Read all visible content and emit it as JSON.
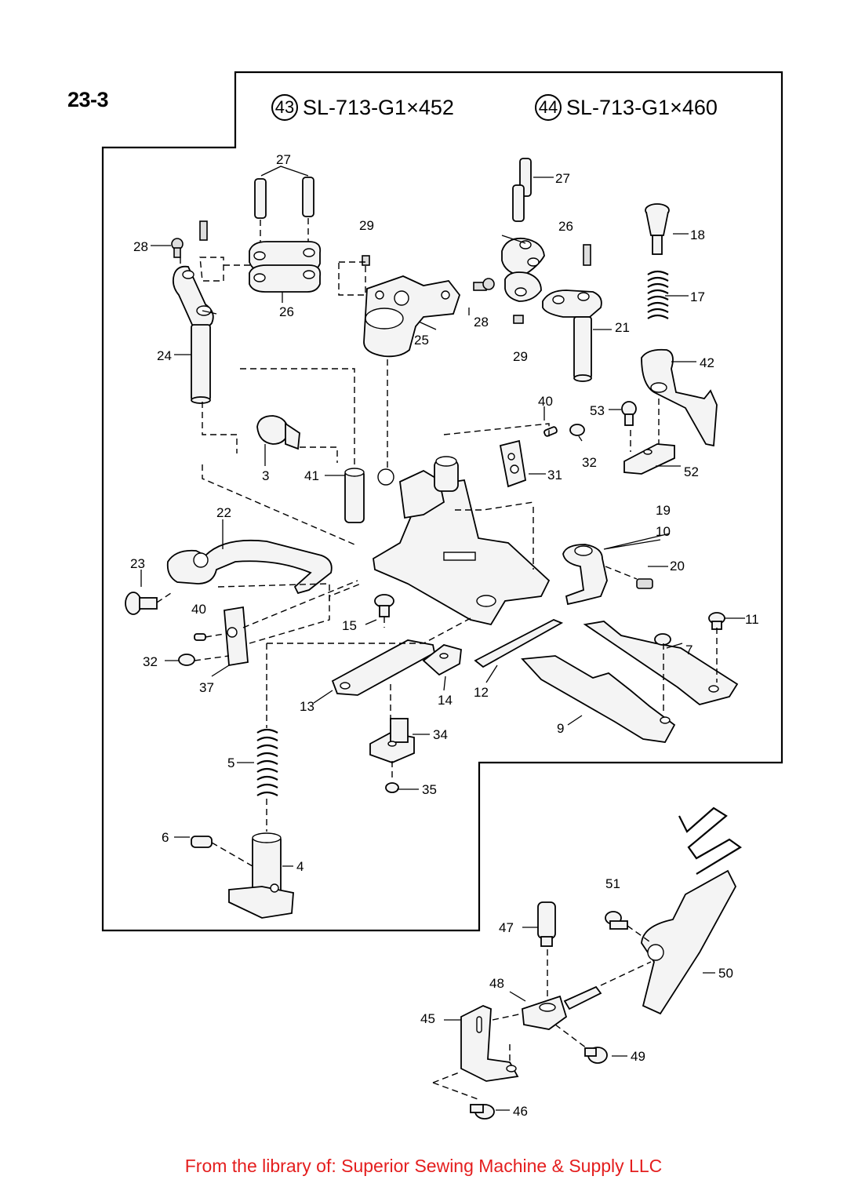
{
  "page_number": "23-3",
  "models": [
    {
      "num": "43",
      "name": "SL-713-G1×452"
    },
    {
      "num": "44",
      "name": "SL-713-G1×460"
    }
  ],
  "footer": "From the library of: Superior Sewing Machine & Supply LLC",
  "callouts": {
    "p27a": "27",
    "p27b": "27",
    "p28a": "28",
    "p28b": "28",
    "p29a": "29",
    "p29b": "29",
    "p26a": "26",
    "p26b": "26",
    "p25": "25",
    "p24": "24",
    "p21": "21",
    "p18": "18",
    "p17": "17",
    "p42": "42",
    "p40a": "40",
    "p40b": "40",
    "p53": "53",
    "p32a": "32",
    "p32b": "32",
    "p52": "52",
    "p3": "3",
    "p41": "41",
    "p31": "31",
    "p22": "22",
    "p19": "19",
    "p10": "10",
    "p20": "20",
    "p23": "23",
    "p11": "11",
    "p15": "15",
    "p7": "7",
    "p37": "37",
    "p13": "13",
    "p14": "14",
    "p12": "12",
    "p9": "9",
    "p34": "34",
    "p35": "35",
    "p5": "5",
    "p6": "6",
    "p4": "4",
    "p51": "51",
    "p47": "47",
    "p50": "50",
    "p48": "48",
    "p45": "45",
    "p49": "49",
    "p46": "46"
  }
}
